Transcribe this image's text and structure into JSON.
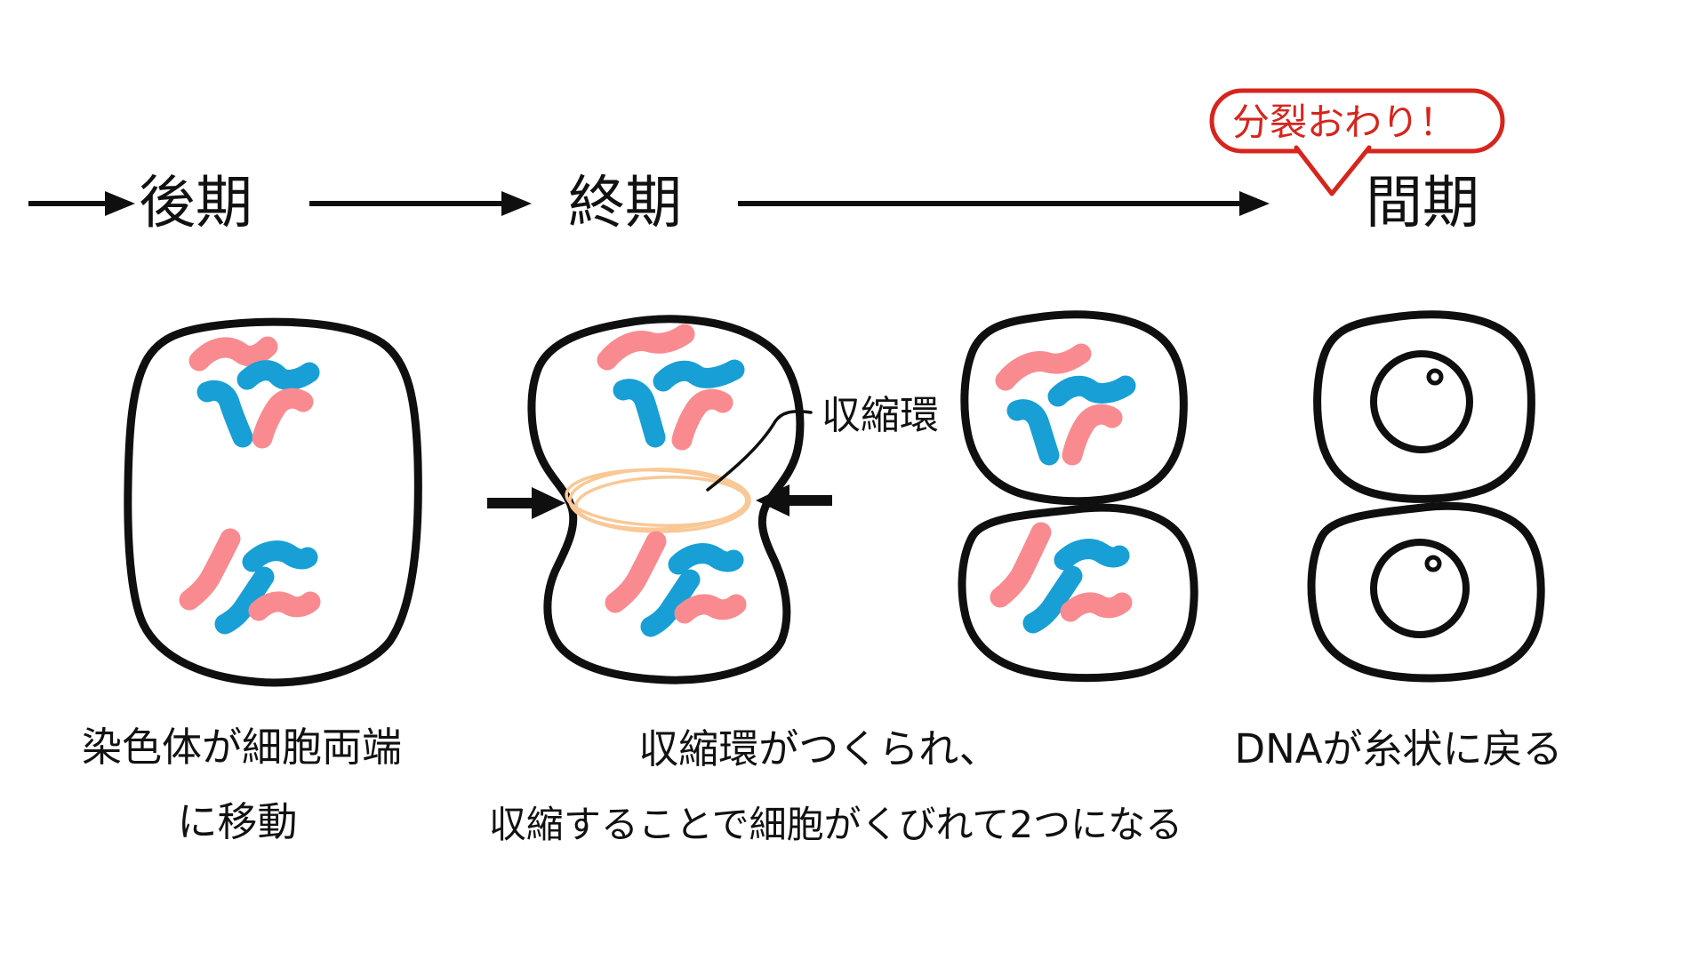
{
  "colors": {
    "outline": "#0f0f0f",
    "chromosome_pink": "#F98B90",
    "chromosome_blue": "#179FD6",
    "contractile_ring": "#F9C896",
    "bubble_red": "#D6251D",
    "text": "#111111"
  },
  "diagram": {
    "stages": [
      {
        "id": "anaphase",
        "label": "後期",
        "caption_line1": "染色体が細胞両端",
        "caption_line2": "に移動"
      },
      {
        "id": "telophase",
        "label": "終期",
        "caption_line1": "収縮環がつくられ、",
        "caption_line2": "収縮することで細胞がくびれて2つになる"
      },
      {
        "id": "interphase",
        "label": "間期",
        "caption_line1": "DNAが糸状に戻る",
        "caption_line2": ""
      }
    ],
    "speech_bubble": "分裂おわり！",
    "contractile_ring_label": "収縮環"
  }
}
